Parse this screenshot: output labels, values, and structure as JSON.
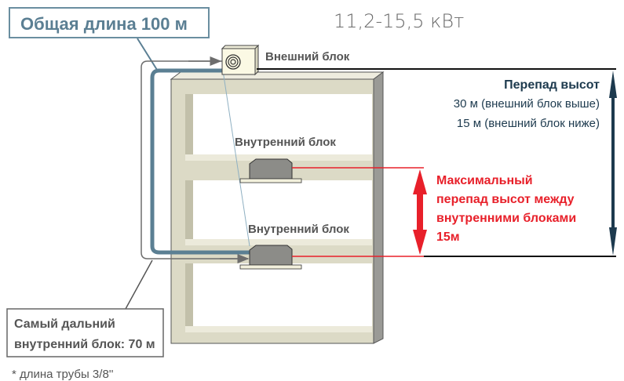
{
  "title": "11,2-15,5 кВт",
  "total_length_label": "Общая длина 100 м",
  "outdoor_unit_label": "Внешний блок",
  "indoor_unit_label_upper": "Внутренний блок",
  "indoor_unit_label_lower": "Внутренний  блок",
  "height_diff": {
    "heading": "Перепад высот",
    "line1": "30 м (внешний блок выше)",
    "line2": "15 м (внешний блок ниже)"
  },
  "indoor_diff": {
    "line1": "Максимальный",
    "line2": "перепад высот между",
    "line3": "внутренними блоками",
    "line4": "15м"
  },
  "farthest_unit": {
    "line1": "Самый дальний",
    "line2": "внутренний блок: 70 м"
  },
  "footnote": "* длина трубы 3/8''",
  "colors": {
    "pipe": "#5b7f93",
    "accent_red": "#e8202a",
    "navy": "#1d3a4e",
    "building": "#dcdac6"
  }
}
